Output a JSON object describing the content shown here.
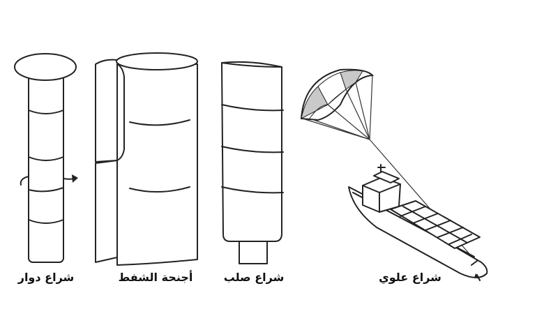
{
  "labels": {
    "rotor_sail": "شراع دوار",
    "suction_wings": "أجنحة الشفط",
    "rigid_sail": "شراع صلب",
    "kite_sail": "شراع علوي"
  },
  "colors": {
    "stroke": "#222222",
    "background": "#ffffff",
    "canopy_shade": "#c9c9c9"
  }
}
